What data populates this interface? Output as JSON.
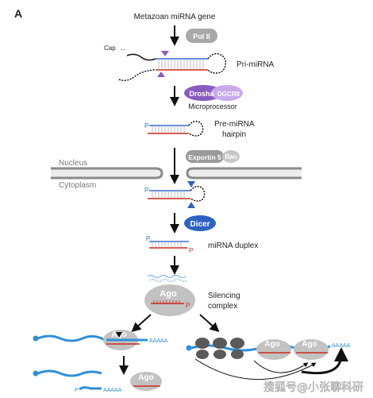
{
  "panel_letter": "A",
  "title": "Metazoan miRNA gene",
  "pol": "Pol II",
  "cap": "Cap",
  "pri": "Pri-miRNA",
  "drosha": "Drosha",
  "dgcr8": "DGCR8",
  "microprocessor": "Microprocessor",
  "pre_l1": "Pre-miRNA",
  "pre_l2": "hairpin",
  "exportin": "Exportin 5",
  "ran": "Ran",
  "nucleus": "Nucleus",
  "cytoplasm": "Cytoplasm",
  "dicer": "Dicer",
  "duplex": "miRNA duplex",
  "ago": "Ago",
  "sil_l1": "Silencing",
  "sil_l2": "complex",
  "p": "P",
  "polya": "AAAAA",
  "watermark": "搜狐号@小张聊科研",
  "colors": {
    "blue": "#2f8fd8",
    "red": "#cc2a1e",
    "grey": "#8a8a8a",
    "purple": "#8a5bbf",
    "dicer": "#2f63c0"
  }
}
